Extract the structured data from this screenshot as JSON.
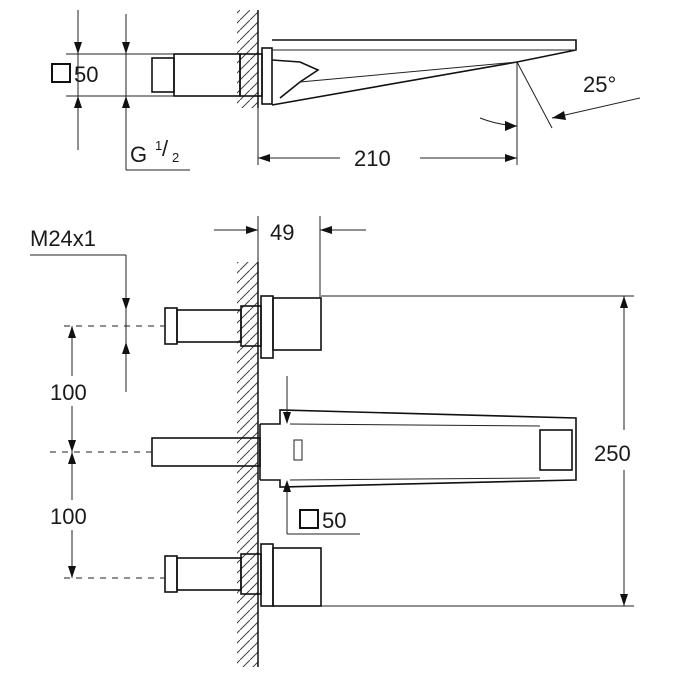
{
  "dimensions": {
    "top_square": "50",
    "thread_prefix": "G",
    "thread_num": "1",
    "thread_den": "2",
    "angle": "25°",
    "length": "210",
    "connector": "M24x1",
    "depth": "49",
    "spacing_upper": "100",
    "spacing_lower": "100",
    "height": "250",
    "bottom_square": "50"
  }
}
